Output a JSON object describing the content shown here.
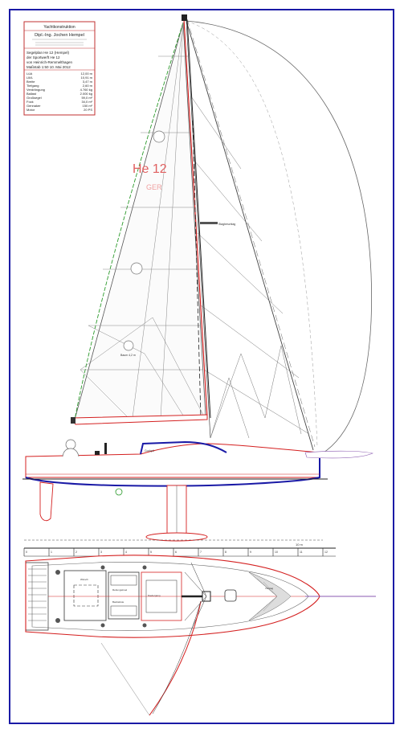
{
  "title_block": {
    "header": "Yachtkonstruktion",
    "designer": "Dipl.-Ing. Jochen Hempel",
    "lines": [
      "Segelplan    He 12 (Hempel)",
      "der Sportwerft He 12",
      "von Heinrich-Remmelthagen",
      "Maßstab 1:50   10. Mai 2012"
    ],
    "specs": [
      {
        "label": "LüA",
        "value": "12,00 m"
      },
      {
        "label": "LWL",
        "value": "10,91 m"
      },
      {
        "label": "Breite",
        "value": "3,47 m"
      },
      {
        "label": "Tiefgang",
        "value": "2,60 m"
      },
      {
        "label": "Verdrängung",
        "value": "4.760 kg"
      },
      {
        "label": "Ballast",
        "value": "2.000 kg"
      },
      {
        "label": "Großsegel",
        "value": "59,0 m²"
      },
      {
        "label": "Fock",
        "value": "34,0 m²"
      },
      {
        "label": "Gennaker",
        "value": "150 m²"
      },
      {
        "label": "Motor",
        "value": "20 PS"
      }
    ]
  },
  "sail_mark": "He 12",
  "sail_number": "GER",
  "callouts": {
    "mast_fitting": "Stagbeschlag",
    "boom_label": "Baum 4,2 m",
    "cockpit_label": "Cockpit",
    "deck_label_1": "Rettungsinsel",
    "deck_label_2": "Backskiste",
    "deck_label_3": "Niedergang",
    "deck_label_4": "Winsch",
    "forestay_note": "Vorstag"
  },
  "scale_bar": {
    "label": "10 m",
    "ticks": [
      "0",
      "1",
      "2",
      "3",
      "4",
      "5",
      "6",
      "7",
      "8",
      "9",
      "10",
      "11",
      "12"
    ]
  },
  "colors": {
    "frame": "#1a1aa6",
    "hull_outline": "#d42020",
    "waterline": "#1a1aa6",
    "sail_lines": "#555555",
    "leech": "#2b9a2b"
  }
}
